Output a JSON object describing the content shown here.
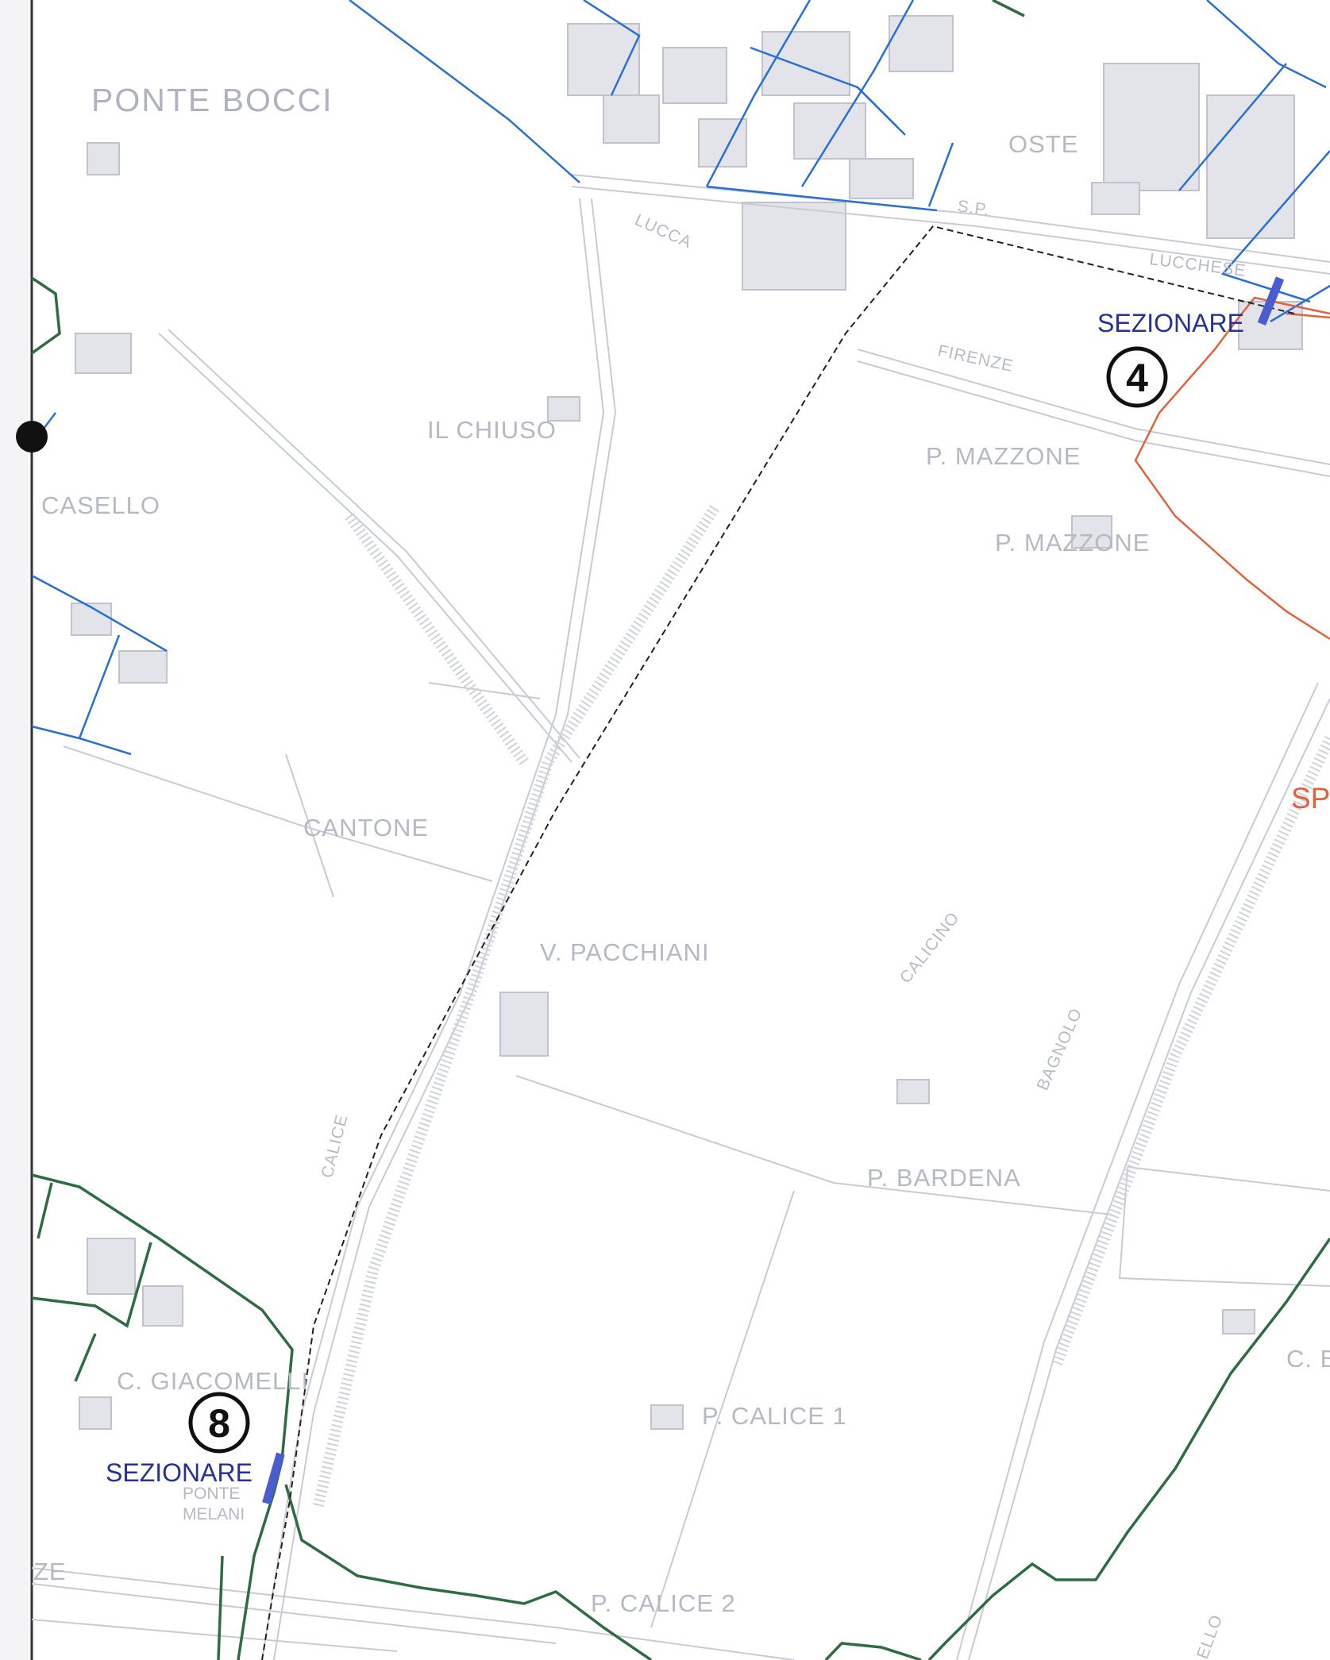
{
  "map": {
    "places": {
      "ponte_bocci": "PONTE BOCCI",
      "oste": "OSTE",
      "il_chiuso": "IL CHIUSO",
      "casello": "CASELLO",
      "p_mazzone_1": "P. MAZZONE",
      "p_mazzone_2": "P. MAZZONE",
      "cantone": "CANTONE",
      "v_pacchiani": "V. PACCHIANI",
      "p_bardena": "P. BARDENA",
      "c_giacomelli": "C. GIACOMELLI",
      "p_calice_1": "P. CALICE 1",
      "p_calice_2": "P. CALICE 2",
      "ponte": "PONTE",
      "melani": "MELANI",
      "c_b_partial": "C. B",
      "sp_partial": "SP",
      "ze_partial": "ZE"
    },
    "roads": {
      "lucca": "LUCCA",
      "sp": "S.P.",
      "lucchese": "LUCCHESE",
      "firenze": "FIRENZE",
      "calice": "CALICE",
      "calicino": "CALICINO",
      "bagnolo": "BAGNOLO",
      "ello_partial": "ELLO"
    },
    "markers": {
      "m4": {
        "number": "4",
        "label": "SEZIONARE"
      },
      "m8": {
        "number": "8",
        "label": "SEZIONARE"
      }
    },
    "colors": {
      "blue_line": "#2a6fd1",
      "green_line": "#2f6b43",
      "red_line": "#e0623f",
      "boundary": "#222222",
      "basemap": "#c8cad6",
      "marker_bar": "#4a5ccf"
    }
  }
}
